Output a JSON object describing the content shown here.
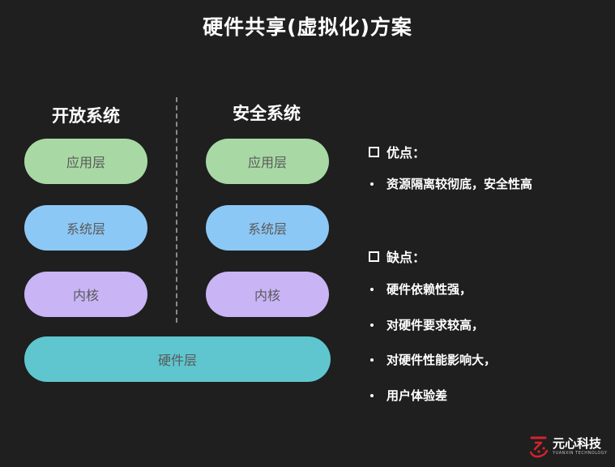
{
  "title": "硬件共享(虚拟化)方案",
  "left_column": {
    "title": "开放系统",
    "layers": [
      "应用层",
      "系统层",
      "内核"
    ]
  },
  "right_column": {
    "title": "安全系统",
    "layers": [
      "应用层",
      "系统层",
      "内核"
    ]
  },
  "shared_layer": "硬件层",
  "pros": {
    "heading": "优点：",
    "items": [
      "资源隔离较彻底，安全性高"
    ]
  },
  "cons": {
    "heading": "缺点：",
    "items": [
      "硬件依赖性强，",
      "对硬件要求较高，",
      "对硬件性能影响大，",
      "用户体验差"
    ]
  },
  "logo": {
    "name": "元心科技",
    "sub": "YUANXIN TECHNOLOGY"
  },
  "colors": {
    "background": "#1f1f1f",
    "app_layer": "#a8d9a4",
    "system_layer": "#8cc8f6",
    "kernel_layer": "#c9b4f6",
    "hardware_layer": "#5fc6cf",
    "logo_red": "#d6232a"
  }
}
